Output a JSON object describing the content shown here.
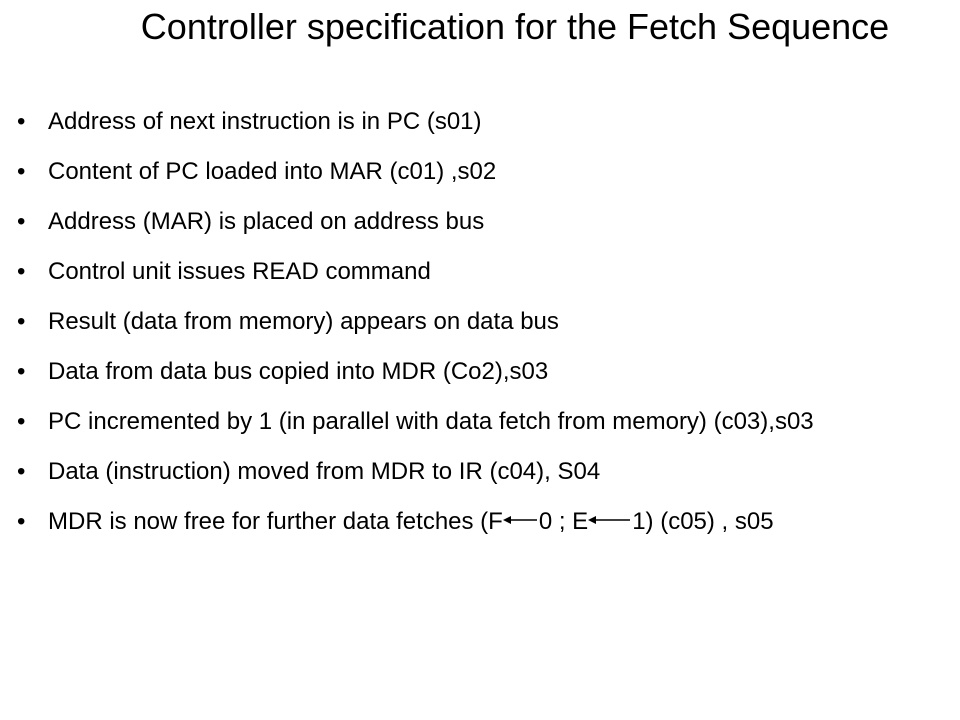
{
  "slide": {
    "title": "Controller specification for the Fetch Sequence",
    "bullet_symbol": "•",
    "bullets": [
      "Address of next instruction is in PC (s01)",
      "Content of PC loaded into MAR (c01) ,s02",
      "Address (MAR) is placed on address bus",
      "Control unit issues READ command",
      "Result (data from memory) appears on data bus",
      "Data from data bus copied into MDR (Co2),s03",
      "PC incremented by 1 (in parallel with data fetch from memory) (c03),s03",
      "Data (instruction) moved from MDR to IR (c04), S04"
    ],
    "last_bullet": {
      "part1": "MDR is now free for further data fetches (F",
      "part2": "0 ; E",
      "part3": "1) (c05) , s05",
      "arrow_icon": "left-arrow-icon"
    }
  }
}
